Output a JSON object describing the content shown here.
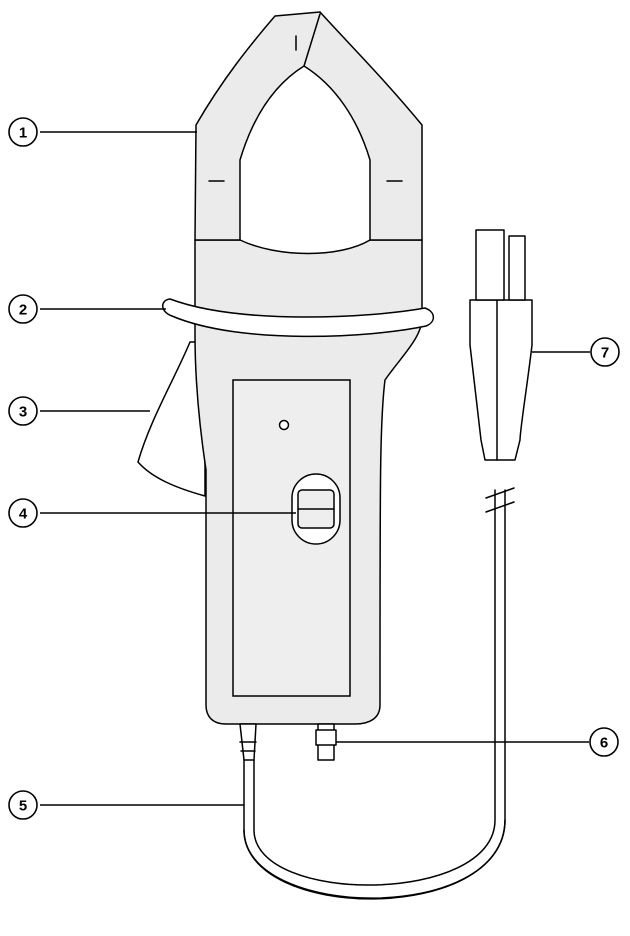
{
  "diagram": {
    "callouts": [
      {
        "number": "1",
        "part": "clamp-jaw"
      },
      {
        "number": "2",
        "part": "hand-guard"
      },
      {
        "number": "3",
        "part": "jaw-trigger"
      },
      {
        "number": "4",
        "part": "range-switch"
      },
      {
        "number": "5",
        "part": "output-lead"
      },
      {
        "number": "6",
        "part": "battery-plug"
      },
      {
        "number": "7",
        "part": "banana-plug-connector"
      }
    ]
  }
}
